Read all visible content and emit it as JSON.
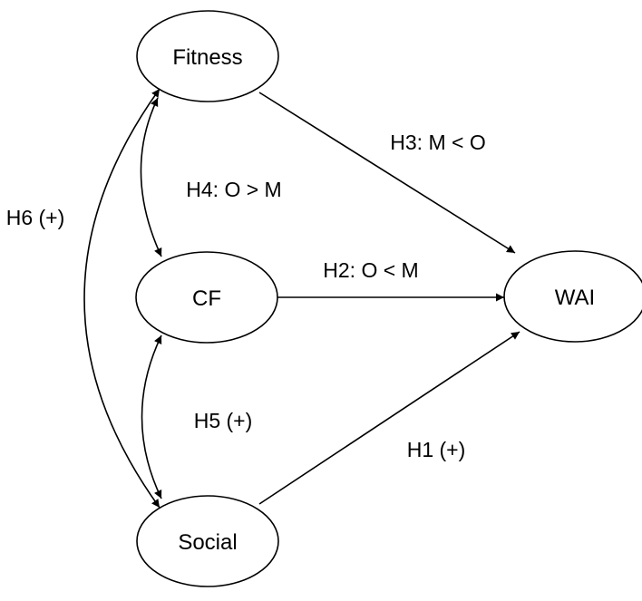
{
  "diagram": {
    "nodes": {
      "fitness": "Fitness",
      "cf": "CF",
      "social": "Social",
      "wai": "WAI"
    },
    "edges": {
      "h3": "H3: M < O",
      "h4": "H4: O > M",
      "h6": "H6 (+)",
      "h2": "H2: O < M",
      "h5": "H5 (+)",
      "h1": "H1 (+)"
    },
    "colors": {
      "stroke": "#000000",
      "background": "#ffffff"
    }
  }
}
